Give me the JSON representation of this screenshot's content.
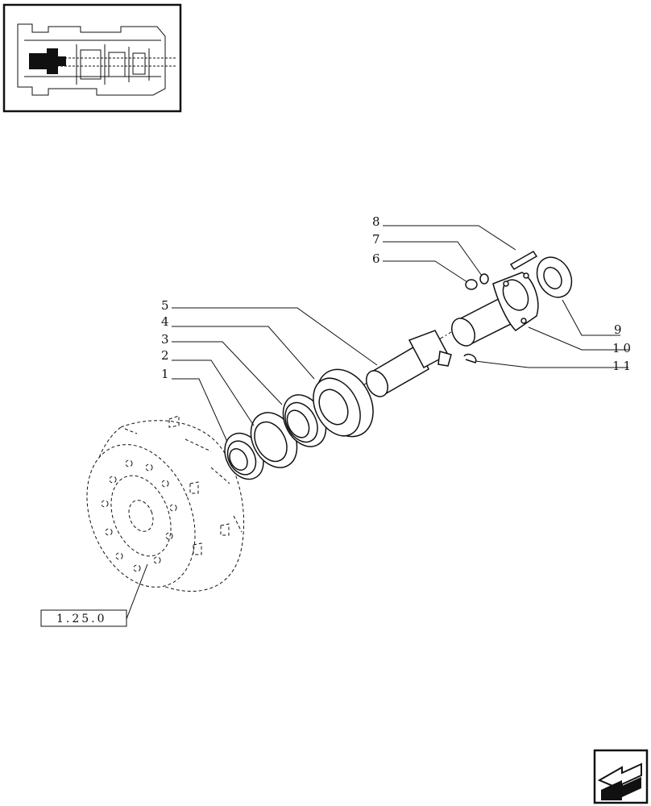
{
  "callouts": [
    {
      "number": "1"
    },
    {
      "number": "2"
    },
    {
      "number": "3"
    },
    {
      "number": "4"
    },
    {
      "number": "5"
    },
    {
      "number": "6"
    },
    {
      "number": "7"
    },
    {
      "number": "8"
    },
    {
      "number": "9"
    },
    {
      "number": "10"
    },
    {
      "number": "11"
    }
  ],
  "reference": {
    "label": "1.25.0"
  },
  "icons": {
    "thumbnail": "transmission-cutaway-thumbnail",
    "navigation": "next-page-arrow-icon"
  }
}
